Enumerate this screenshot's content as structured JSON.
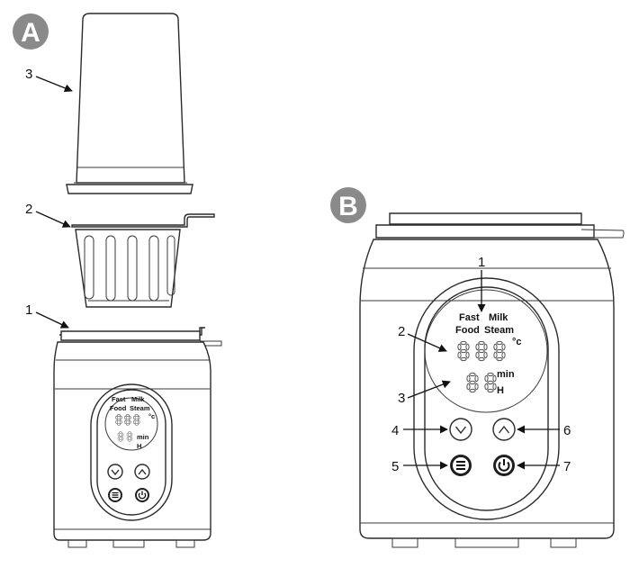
{
  "figure_a": {
    "badge": "A",
    "callouts": [
      "3",
      "2",
      "1"
    ],
    "display": {
      "fast_food": [
        "Fast",
        "Food"
      ],
      "milk_steam": [
        "Milk",
        "Steam"
      ],
      "unit_celsius": "°c",
      "unit_min": "min",
      "unit_hour": "H"
    }
  },
  "figure_b": {
    "badge": "B",
    "callouts": [
      "1",
      "2",
      "3",
      "4",
      "5",
      "6",
      "7"
    ],
    "display": {
      "fast_food": [
        "Fast",
        "Food"
      ],
      "milk_steam": [
        "Milk",
        "Steam"
      ],
      "unit_celsius": "°c",
      "unit_min": "min",
      "unit_hour": "H"
    }
  },
  "icons": {
    "down": "chevron-down-icon",
    "up": "chevron-up-icon",
    "menu": "menu-icon",
    "power": "power-icon"
  }
}
